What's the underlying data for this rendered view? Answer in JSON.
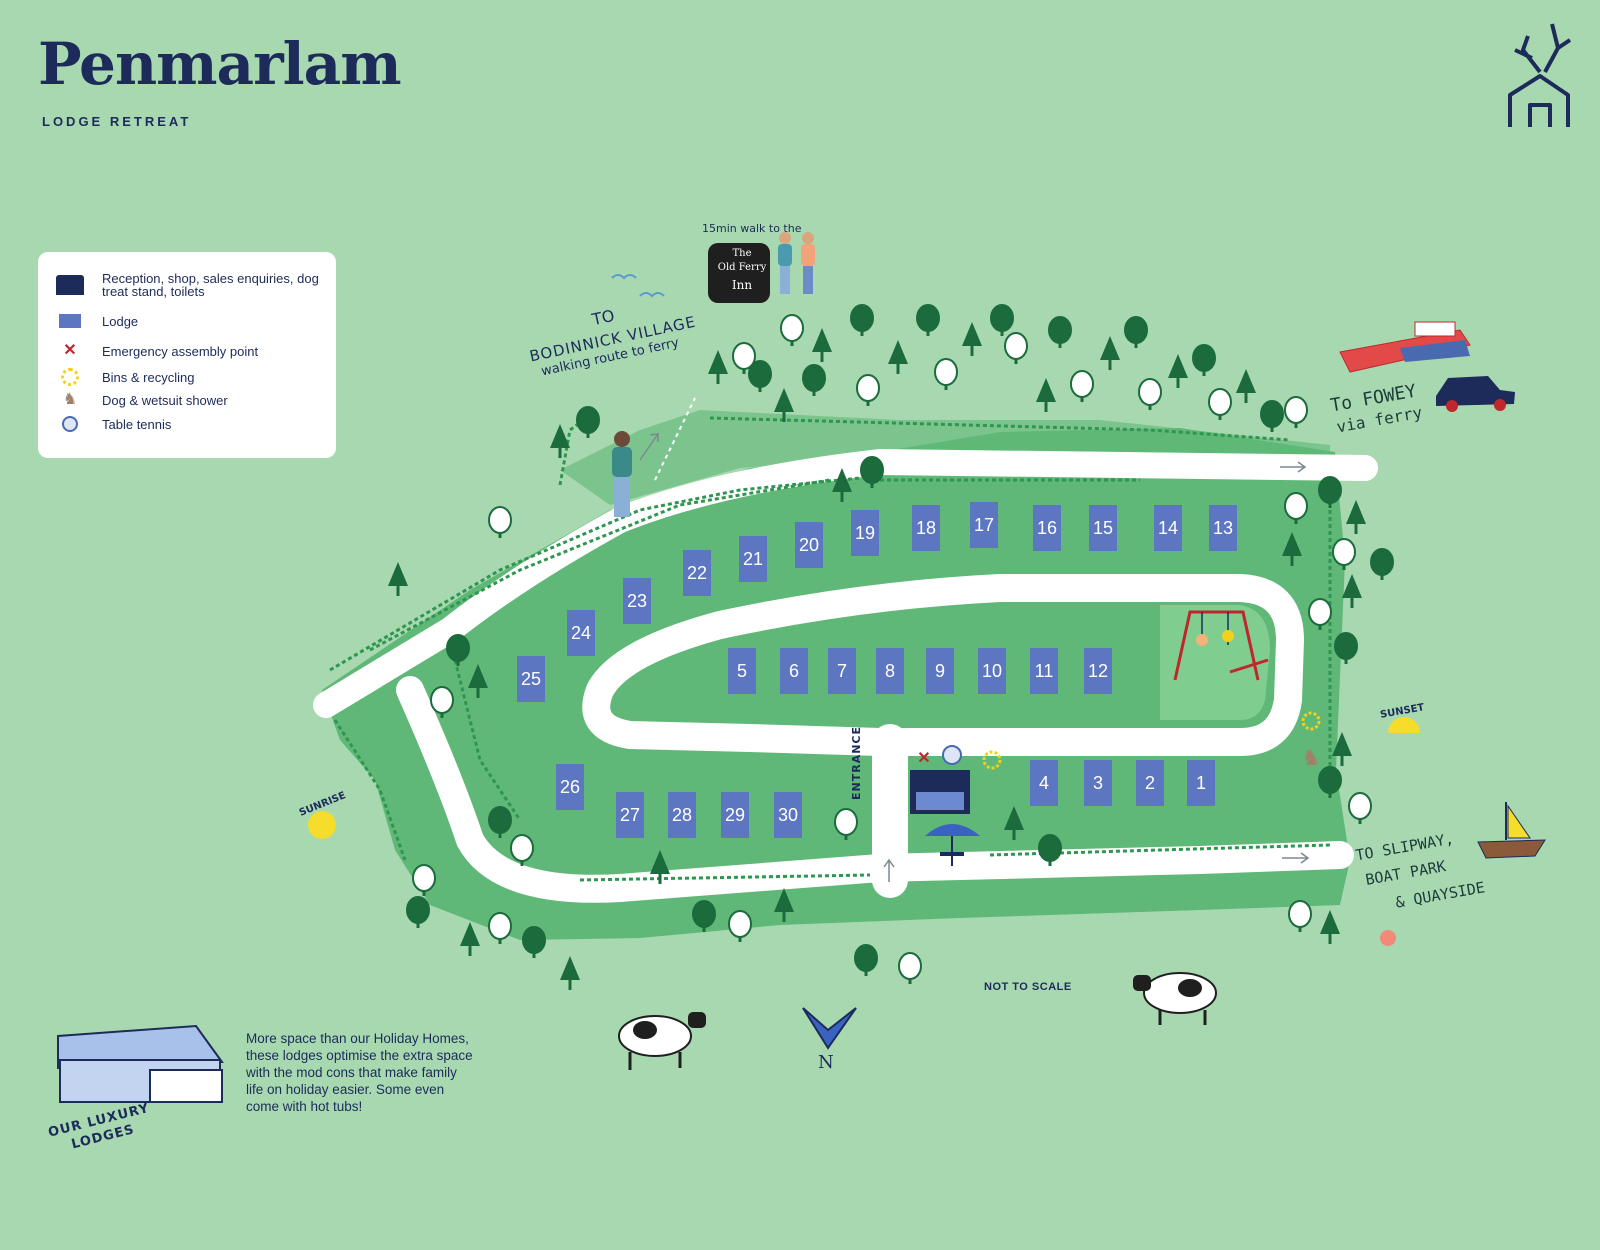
{
  "brand": {
    "title": "Penmarlam",
    "subtitle": "LODGE RETREAT",
    "logo_icon": "deer-house-icon"
  },
  "legend": {
    "items": [
      {
        "icon": "reception-icon",
        "label": "Reception, shop, sales enquiries, dog treat stand, toilets"
      },
      {
        "icon": "lodge-icon",
        "label": "Lodge"
      },
      {
        "icon": "assembly-point-icon",
        "label": "Emergency assembly point"
      },
      {
        "icon": "bins-icon",
        "label": "Bins & recycling"
      },
      {
        "icon": "dog-shower-icon",
        "label": "Dog & wetsuit shower"
      },
      {
        "icon": "table-tennis-icon",
        "label": "Table tennis"
      }
    ]
  },
  "colors": {
    "background": "#a8d8b0",
    "park": "#5fb877",
    "road": "#ffffff",
    "lodge": "#5d76c2",
    "reception": "#1c2b5a",
    "navy": "#1c2b5a",
    "hedge": "#2e9650",
    "tree": "#1b6b3c"
  },
  "map": {
    "lodges": [
      "1",
      "2",
      "3",
      "4",
      "5",
      "6",
      "7",
      "8",
      "9",
      "10",
      "11",
      "12",
      "13",
      "14",
      "15",
      "16",
      "17",
      "18",
      "19",
      "20",
      "21",
      "22",
      "23",
      "24",
      "25",
      "26",
      "27",
      "28",
      "29",
      "30"
    ],
    "annotations": {
      "walk_note": "15min walk to the",
      "inn_name_1": "The",
      "inn_name_2": "Old Ferry",
      "inn_name_3": "Inn",
      "bodinnick_1": "TO",
      "bodinnick_2": "BODINNICK VILLAGE",
      "bodinnick_3": "walking route to ferry",
      "fowey_1": "To FOWEY",
      "fowey_2": "via ferry",
      "slipway_1": "TO SLIPWAY,",
      "slipway_2": "BOAT PARK",
      "slipway_3": "& QUAYSIDE",
      "entrance": "ENTRANCE",
      "sunrise": "SUNRISE",
      "sunset": "SUNSET",
      "not_to_scale": "NOT TO SCALE",
      "north": "N"
    }
  },
  "info": {
    "heading": "OUR LUXURY LODGES",
    "text": "More space than our Holiday Homes, these lodges optimise the extra space with the mod cons that make family life on holiday easier. Some even come with hot tubs!"
  }
}
